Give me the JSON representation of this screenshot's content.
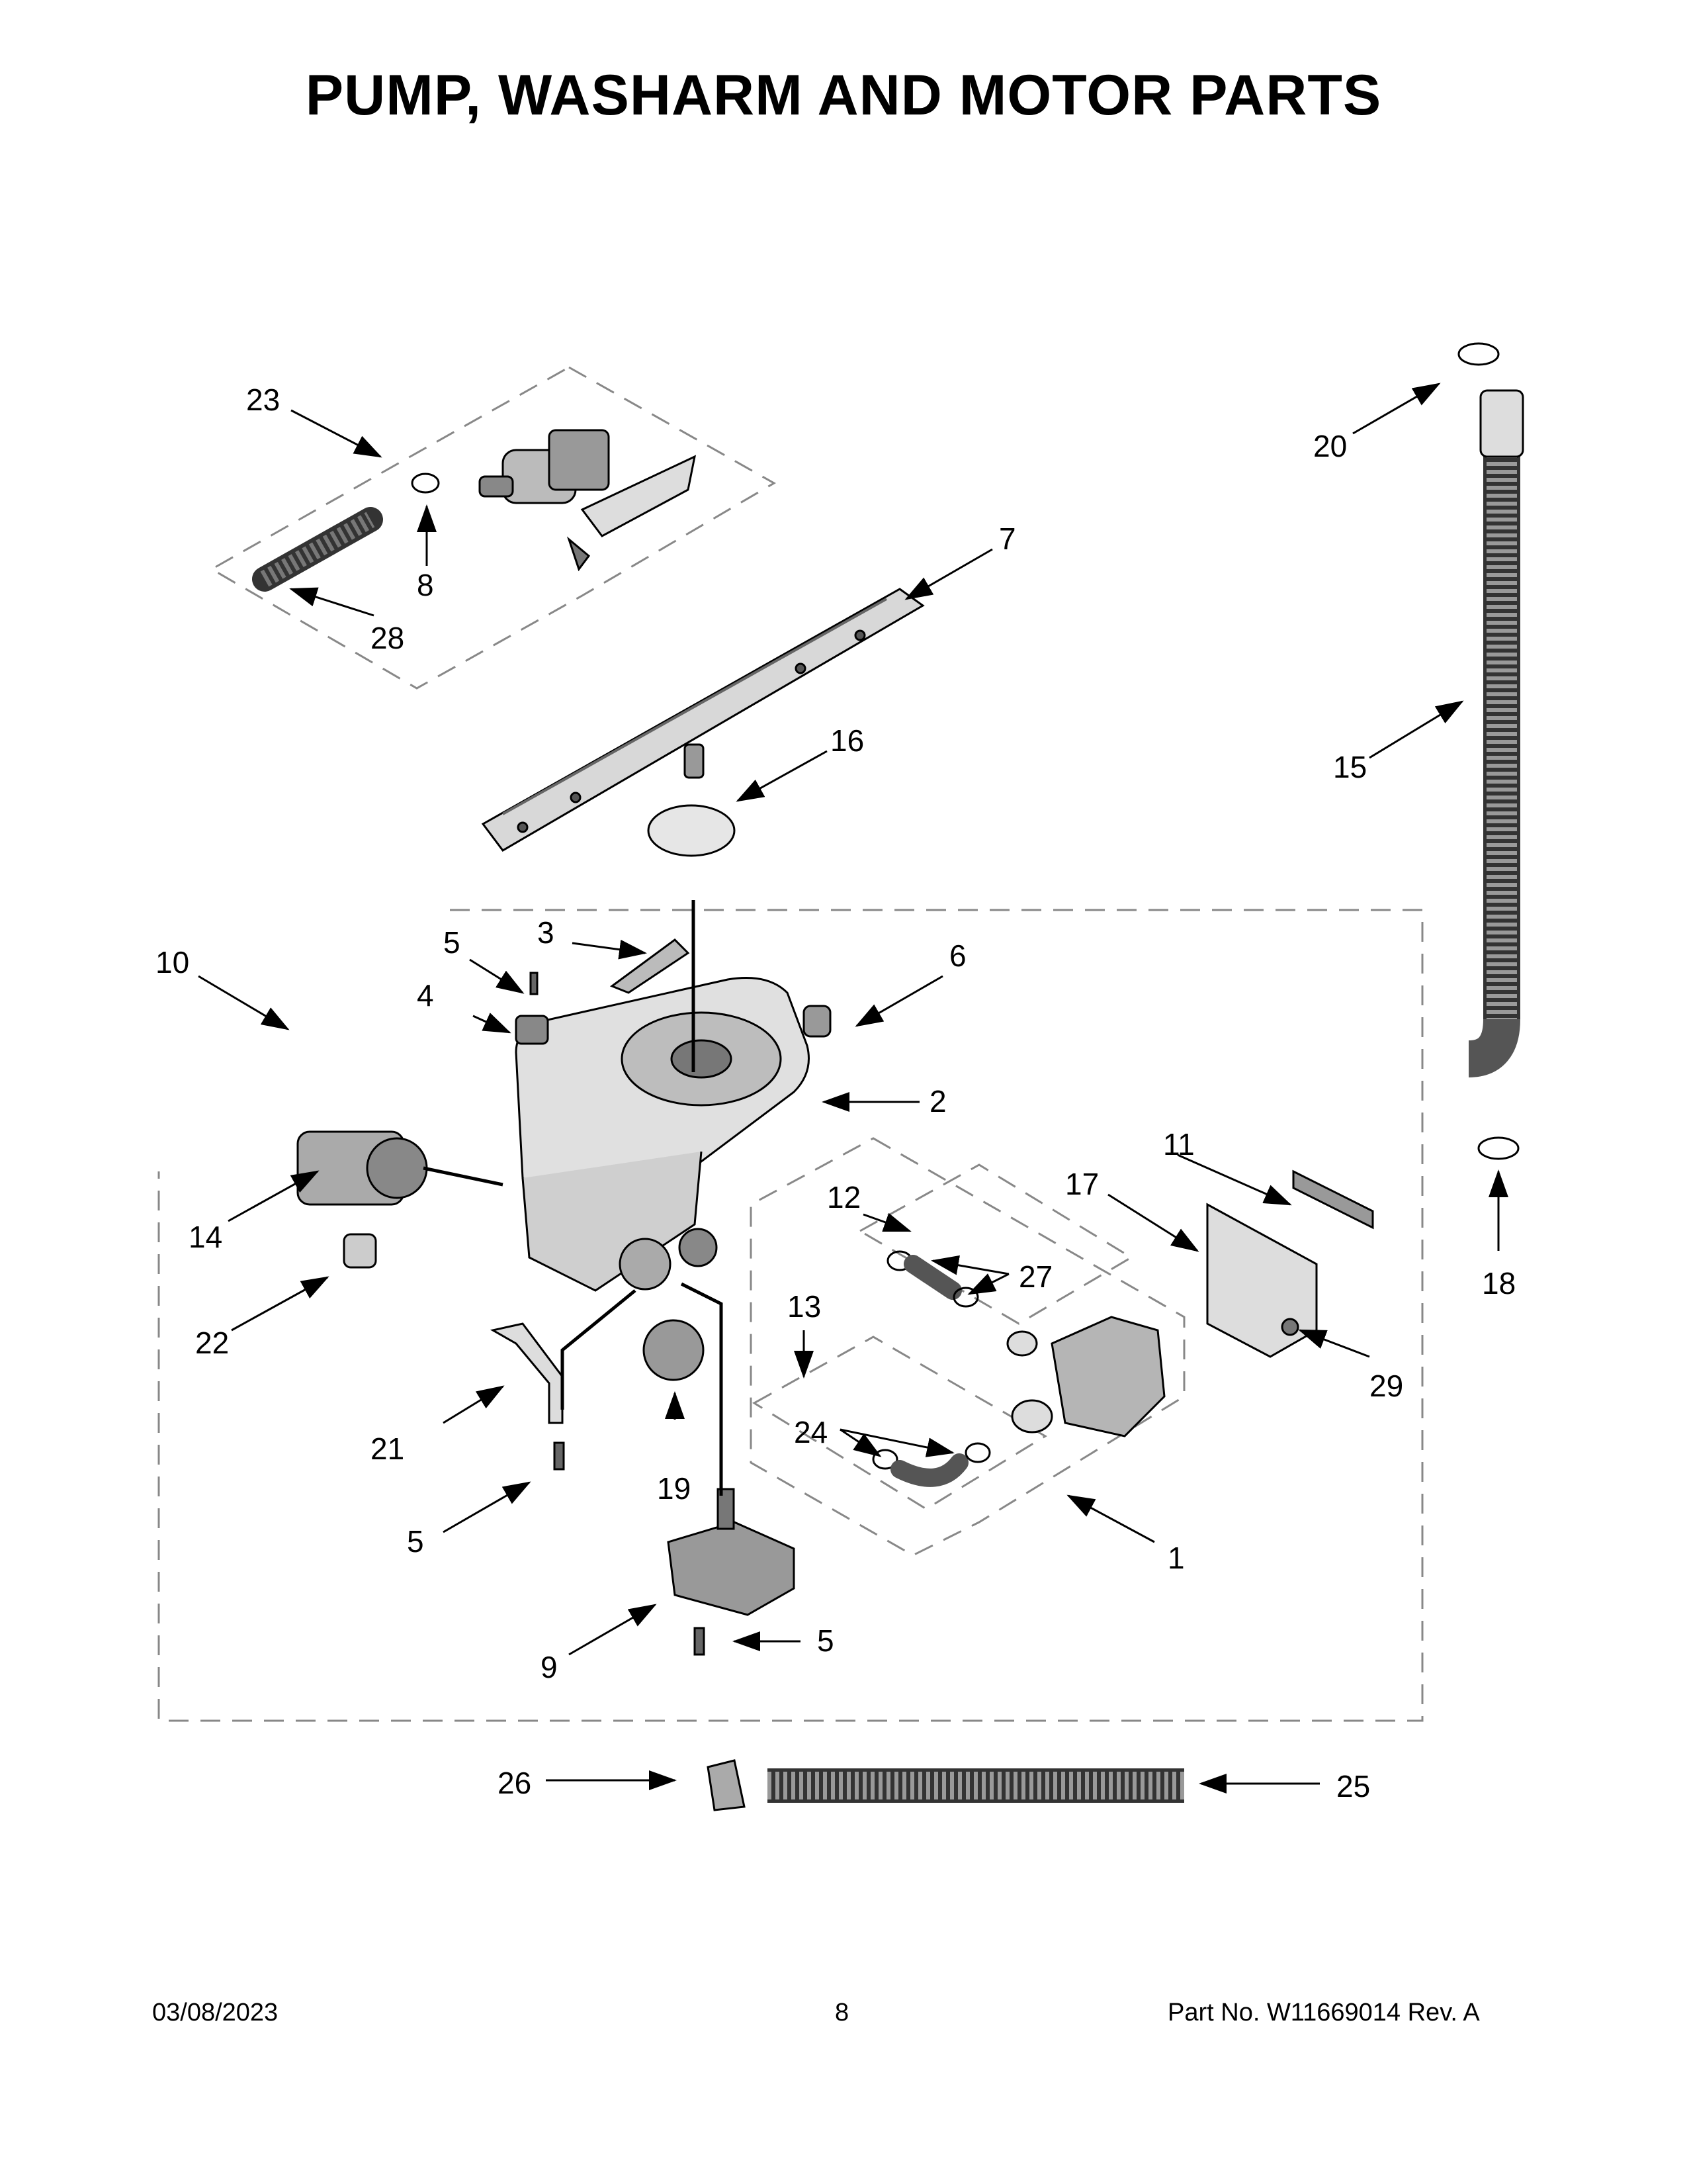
{
  "title": "PUMP, WASHARM AND MOTOR PARTS",
  "footer": {
    "date": "03/08/2023",
    "page": "8",
    "part": "Part No.  W11669014  Rev.  A"
  },
  "callouts": [
    "1",
    "2",
    "3",
    "4",
    "5",
    "6",
    "7",
    "8",
    "9",
    "10",
    "11",
    "12",
    "13",
    "14",
    "15",
    "16",
    "17",
    "18",
    "19",
    "20",
    "21",
    "22",
    "23",
    "24",
    "25",
    "26",
    "27",
    "28",
    "29"
  ]
}
